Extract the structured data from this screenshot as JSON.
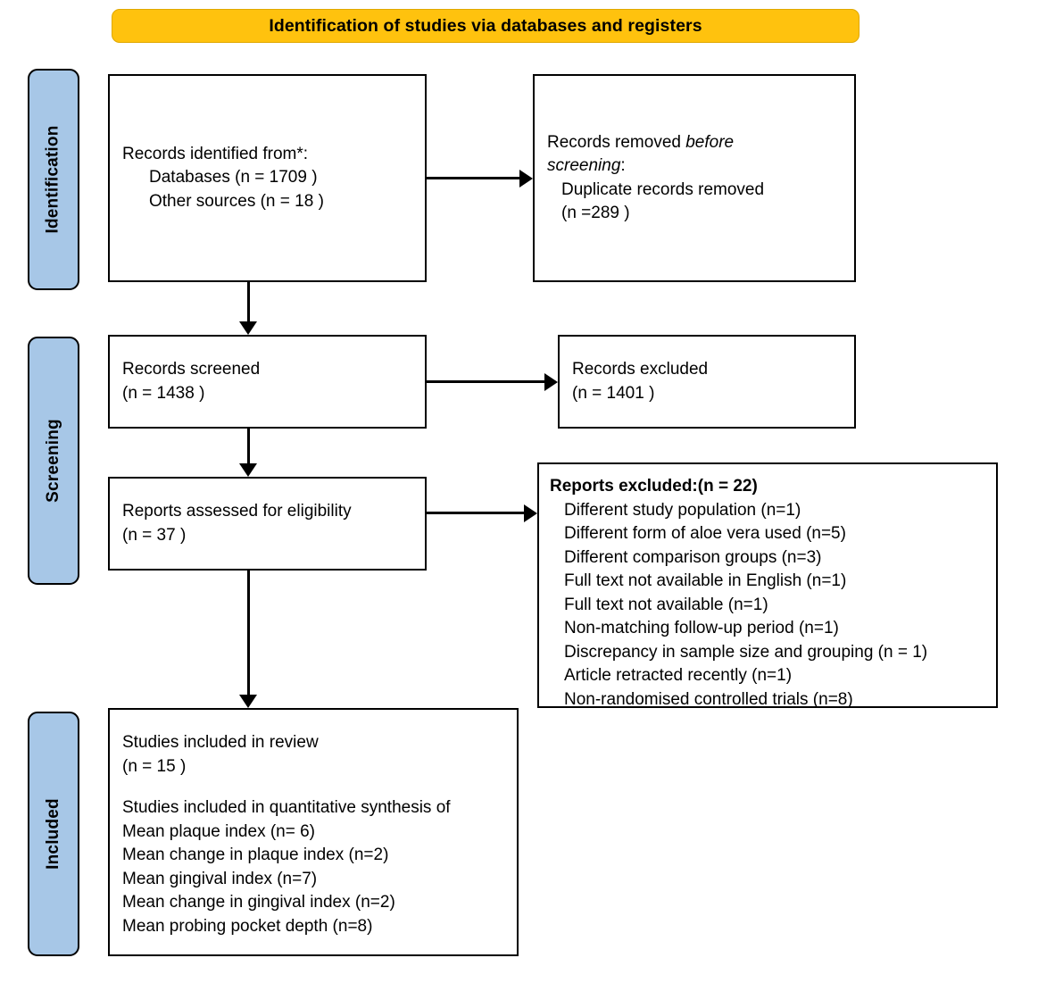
{
  "banner": {
    "title": "Identification of studies via databases and registers",
    "color": "#FFC20E"
  },
  "stages": [
    {
      "label": "Identification"
    },
    {
      "label": "Screening"
    },
    {
      "label": "Included"
    }
  ],
  "boxes": {
    "identified": {
      "lines": [
        "Records identified from*:",
        "Databases (n = 1709 )",
        "Other sources (n = 18 )"
      ]
    },
    "removed": {
      "lines": [
        "Records removed ",
        "before",
        "screening",
        ":",
        "Duplicate records removed",
        "(n =289 )"
      ],
      "line1_plain": "Records removed ",
      "line1_italic": "before",
      "line2_italic": "screening",
      "line2_plain": ":",
      "line3": "Duplicate records removed",
      "line4": "(n =289 )"
    },
    "screened": {
      "lines": [
        "Records screened",
        "(n = 1438 )"
      ]
    },
    "excluded_count": {
      "lines": [
        "Records excluded",
        "(n = 1401 )"
      ]
    },
    "eligibility": {
      "lines": [
        "Reports assessed for eligibility",
        "(n = 37 )"
      ]
    },
    "reports_excluded": {
      "heading": "Reports excluded:(n = 22)",
      "reasons": [
        "Different study population (n=1)",
        "Different form of aloe vera used (n=5)",
        "Different comparison groups (n=3)",
        "Full text not available in English (n=1)",
        "Full text not available (n=1)",
        "Non-matching follow-up period (n=1)",
        "Discrepancy in sample size and grouping (n = 1)",
        "Article retracted recently (n=1)",
        "Non-randomised controlled trials (n=8)"
      ]
    },
    "included": {
      "line1": "Studies included in review",
      "line2": "(n = 15 )",
      "line3": "Studies included in quantitative synthesis of",
      "synthesis": [
        "Mean plaque index (n= 6)",
        "Mean change in plaque index (n=2)",
        "Mean gingival index (n=7)",
        "Mean change in gingival index (n=2)",
        "Mean probing pocket depth (n=8)"
      ]
    }
  },
  "chart_data": {
    "type": "diagram",
    "title": "PRISMA 2020 flow diagram",
    "nodes": [
      {
        "id": "identified",
        "stage": "Identification",
        "label": "Records identified from*: Databases (n = 1709 ), Other sources (n = 18 )",
        "n_databases": 1709,
        "n_other_sources": 18
      },
      {
        "id": "removed",
        "stage": "Identification",
        "label": "Records removed before screening: Duplicate records removed (n =289 )",
        "n": 289
      },
      {
        "id": "screened",
        "stage": "Screening",
        "label": "Records screened (n = 1438 )",
        "n": 1438
      },
      {
        "id": "excluded_count",
        "stage": "Screening",
        "label": "Records excluded (n = 1401 )",
        "n": 1401
      },
      {
        "id": "eligibility",
        "stage": "Screening",
        "label": "Reports assessed for eligibility (n = 37 )",
        "n": 37
      },
      {
        "id": "reports_excluded",
        "stage": "Screening",
        "label": "Reports excluded:(n = 22)",
        "n": 22
      },
      {
        "id": "included",
        "stage": "Included",
        "label": "Studies included in review (n = 15 )",
        "n": 15
      }
    ],
    "edges": [
      {
        "from": "identified",
        "to": "removed"
      },
      {
        "from": "identified",
        "to": "screened"
      },
      {
        "from": "screened",
        "to": "excluded_count"
      },
      {
        "from": "screened",
        "to": "eligibility"
      },
      {
        "from": "eligibility",
        "to": "reports_excluded"
      },
      {
        "from": "eligibility",
        "to": "included"
      }
    ],
    "exclusion_reasons": [
      {
        "reason": "Different study population",
        "n": 1
      },
      {
        "reason": "Different form of aloe vera used",
        "n": 5
      },
      {
        "reason": "Different comparison groups",
        "n": 3
      },
      {
        "reason": "Full text not available in English",
        "n": 1
      },
      {
        "reason": "Full text not available",
        "n": 1
      },
      {
        "reason": "Non-matching follow-up period",
        "n": 1
      },
      {
        "reason": "Discrepancy in sample size and grouping",
        "n": 1
      },
      {
        "reason": "Article retracted recently",
        "n": 1
      },
      {
        "reason": "Non-randomised controlled trials",
        "n": 8
      }
    ],
    "quantitative_synthesis": [
      {
        "outcome": "Mean plaque index",
        "n": 6
      },
      {
        "outcome": "Mean change in plaque index",
        "n": 2
      },
      {
        "outcome": "Mean gingival index",
        "n": 7
      },
      {
        "outcome": "Mean change in gingival index",
        "n": 2
      },
      {
        "outcome": "Mean probing pocket depth",
        "n": 8
      }
    ]
  }
}
